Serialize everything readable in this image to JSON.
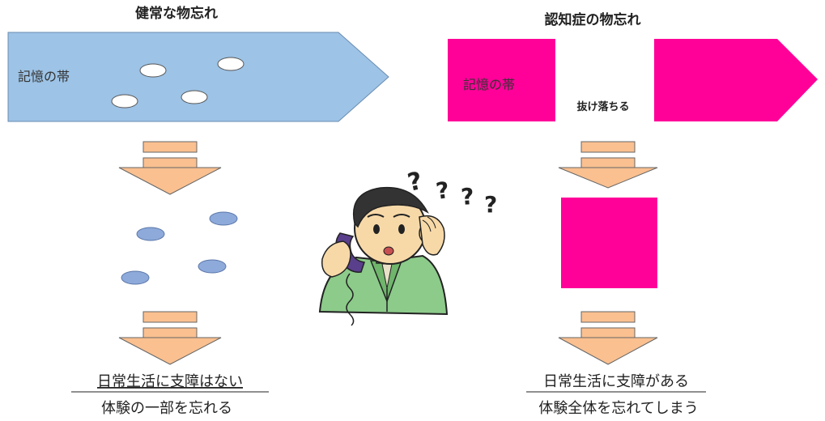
{
  "left": {
    "title": "健常な物忘れ",
    "band_label": "記憶の帯",
    "band_color": "#9DC3E6",
    "memory_dot_color": "#ffffff",
    "scattered_dot_color": "#8EAADB",
    "result_line1": "日常生活に支障はない",
    "result_line2": "体験の一部を忘れる"
  },
  "right": {
    "title": "認知症の物忘れ",
    "band_label": "記憶の帯",
    "gap_label": "抜け落ちる",
    "band_color": "#FF0099",
    "result_line1": "日常生活に支障がある",
    "result_line2": "体験全体を忘れてしまう"
  },
  "arrow_color": "#FAC090",
  "illustration": {
    "icon": "confused-man-on-phone",
    "question_marks": "????"
  }
}
